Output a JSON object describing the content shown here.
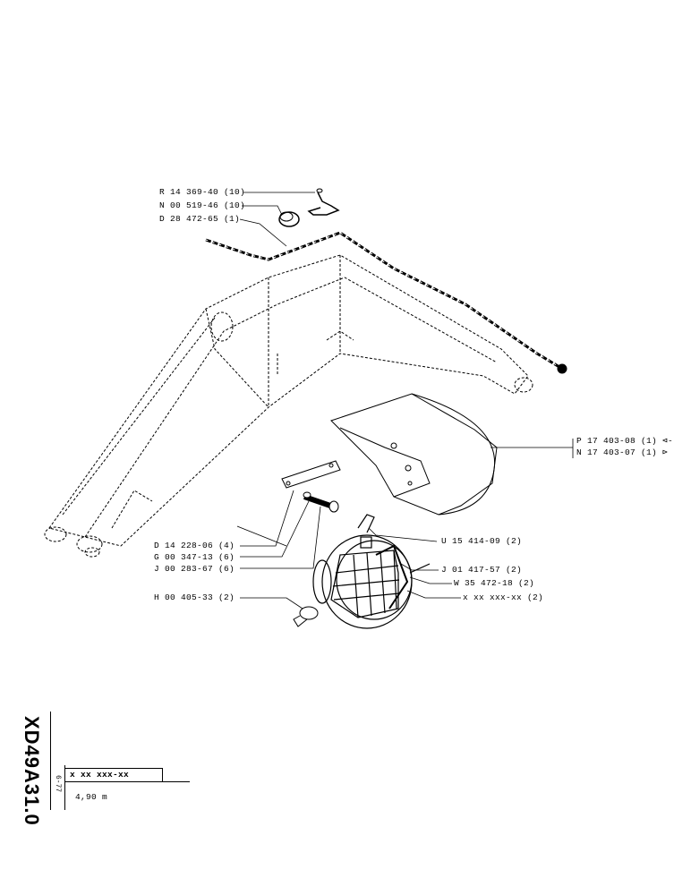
{
  "document": {
    "code": "XD49A31.0",
    "date": "6-77",
    "part_placeholder": "x xx xxx-xx",
    "length": "4,90 m"
  },
  "parts": [
    {
      "ref": "R 14 369-40 (10)"
    },
    {
      "ref": "N 00 519-46 (10)"
    },
    {
      "ref": "D 28 472-65 (1)"
    },
    {
      "ref": "P 17 403-08 (1) ⊲-"
    },
    {
      "ref": "N 17 403-07 (1) ⊳"
    },
    {
      "ref": "U 15 414-09 (2)"
    },
    {
      "ref": "D 14 228-06 (4)"
    },
    {
      "ref": "G 00 347-13 (6)"
    },
    {
      "ref": "J 00 283-67 (6)"
    },
    {
      "ref": "J 01 417-57 (2)"
    },
    {
      "ref": "W 35 472-18 (2)"
    },
    {
      "ref": "x xx xxx-xx (2)"
    },
    {
      "ref": "H 00 405-33 (2)"
    }
  ]
}
